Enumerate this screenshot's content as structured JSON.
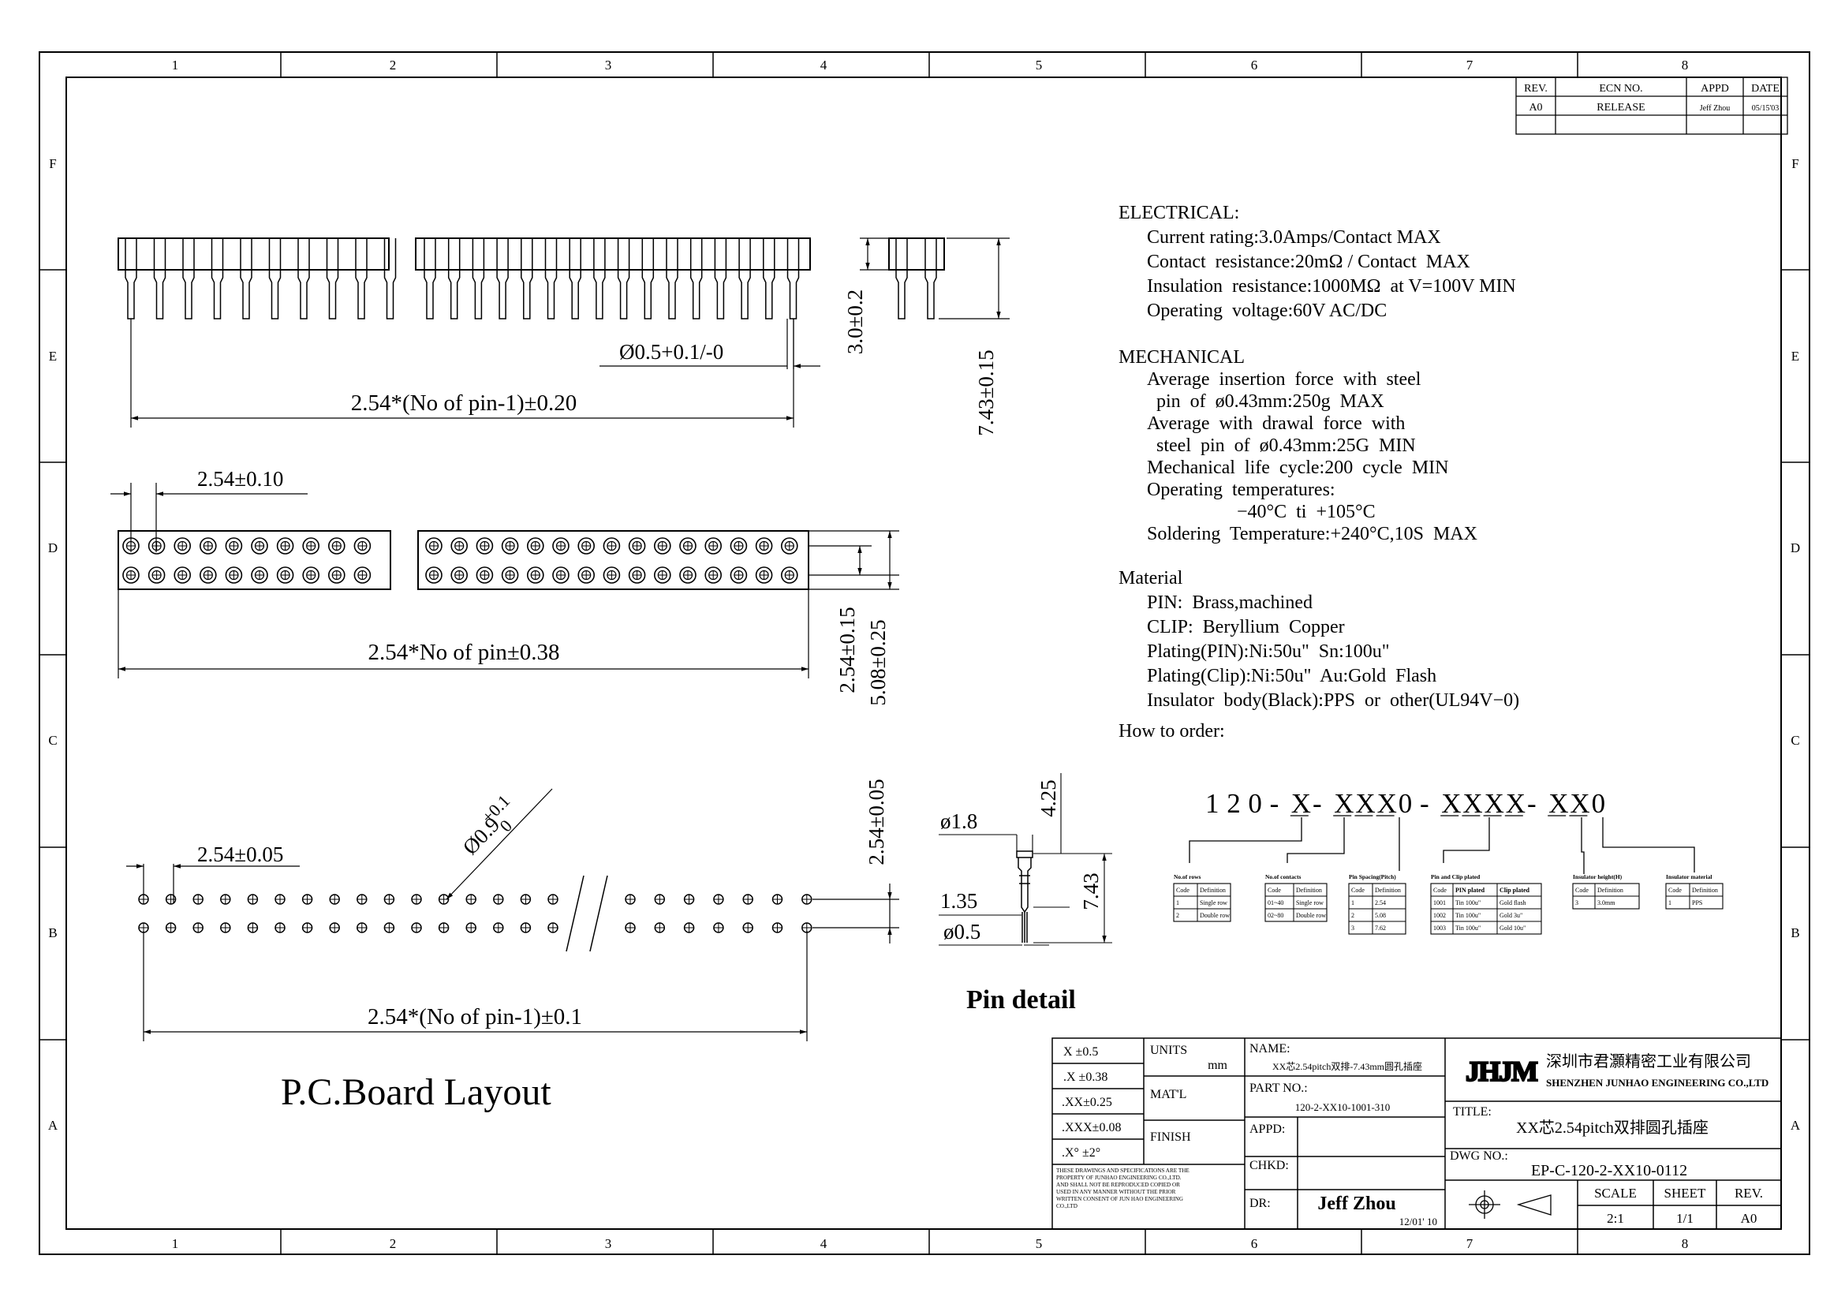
{
  "grid": {
    "cols": [
      "1",
      "2",
      "3",
      "4",
      "5",
      "6",
      "7",
      "8"
    ],
    "rows": [
      "F",
      "E",
      "D",
      "C",
      "B",
      "A"
    ]
  },
  "revision_table": {
    "headers": [
      "REV.",
      "ECN NO.",
      "APPD",
      "DATE"
    ],
    "rows": [
      [
        "A0",
        "RELEASE",
        "Jeff Zhou",
        "05/15'03"
      ]
    ]
  },
  "specs": {
    "electrical": {
      "heading": "ELECTRICAL:",
      "lines": [
        "Current rating:3.0Amps/Contact MAX",
        "Contact  resistance:20mΩ / Contact  MAX",
        "Insulation  resistance:1000MΩ  at V=100V MIN",
        "Operating  voltage:60V AC/DC"
      ]
    },
    "mechanical": {
      "heading": "MECHANICAL",
      "lines": [
        "Average  insertion  force  with  steel",
        "  pin  of  ø0.43mm:250g  MAX",
        "Average  with  drawal  force  with",
        "  steel  pin  of  ø0.43mm:25G  MIN",
        "Mechanical  life  cycle:200  cycle  MIN",
        "Operating  temperatures:",
        "                   −40°C  ti  +105°C",
        "Soldering  Temperature:+240°C,10S  MAX"
      ]
    },
    "material": {
      "heading": "Material",
      "lines": [
        "PIN:  Brass,machined",
        "CLIP:  Beryllium  Copper",
        "Plating(PIN):Ni:50u\"  Sn:100u\"",
        "Plating(Clip):Ni:50u\"  Au:Gold  Flash",
        "Insulator  body(Black):PPS  or  other(UL94V−0)"
      ]
    },
    "order_heading": "How  to  order:"
  },
  "order_code": "120-X-XXX0-XXXX-XX0",
  "order_tables": [
    {
      "title": "No.of rows",
      "headers": [
        "Code",
        "Definition"
      ],
      "rows": [
        [
          "1",
          "Single row"
        ],
        [
          "2",
          "Double row"
        ]
      ]
    },
    {
      "title": "No.of contacts",
      "headers": [
        "Code",
        "Definition"
      ],
      "rows": [
        [
          "01~40",
          "Single row"
        ],
        [
          "02~80",
          "Double row"
        ]
      ]
    },
    {
      "title": "Pin Spacing(Pitch)",
      "headers": [
        "Code",
        "Definition"
      ],
      "rows": [
        [
          "1",
          "2.54"
        ],
        [
          "2",
          "5.08"
        ],
        [
          "3",
          "7.62"
        ]
      ]
    },
    {
      "title": "Pin and Clip plated",
      "headers": [
        "Code",
        "PIN plated",
        "Clip plated"
      ],
      "rows": [
        [
          "1001",
          "Tin  100u\"",
          "Gold  flash"
        ],
        [
          "1002",
          "Tin  100u\"",
          "Gold  3u\""
        ],
        [
          "1003",
          "Tin  100u\"",
          "Gold  10u\""
        ]
      ]
    },
    {
      "title": "Insulator height(H)",
      "headers": [
        "Code",
        "Definition"
      ],
      "rows": [
        [
          "3",
          "3.0mm"
        ]
      ]
    },
    {
      "title": "Insulator material",
      "headers": [
        "Code",
        "Definition"
      ],
      "rows": [
        [
          "1",
          "PPS"
        ]
      ]
    }
  ],
  "dims": {
    "top_pitch": "2.54*(No of pin-1)±0.20",
    "pin_dia": "Ø0.5+0.1/-0",
    "side_h1": "3.0±0.2",
    "side_h2": "7.43±0.15",
    "mid_pitch": "2.54±0.10",
    "mid_length": "2.54*No of pin±0.38",
    "mid_row": "2.54±0.15",
    "mid_width": "5.08±0.25",
    "pcb_pitch": "2.54±0.05",
    "pcb_hole": "Ø0.9",
    "pcb_hole_tol_top": "+0.1",
    "pcb_hole_tol_bot": "0",
    "pcb_row": "2.54±0.05",
    "pcb_length": "2.54*(No of pin-1)±0.1",
    "pin_d1": "ø1.8",
    "pin_h1": "4.25",
    "pin_w": "1.35",
    "pin_h2": "7.43",
    "pin_d2": "ø0.5"
  },
  "labels": {
    "pcb_layout": "P.C.Board Layout",
    "pin_detail": "Pin detail"
  },
  "title_block": {
    "tolerances": [
      "X ±0.5",
      ".X ±0.38",
      ".XX±0.25",
      ".XXX±0.08",
      ".X° ±2°"
    ],
    "units_label": "UNITS",
    "units_value": "mm",
    "matl_label": "MAT'L",
    "finish_label": "FINISH",
    "name_label": "NAME:",
    "name_value": "XX芯2.54pitch双排-7.43mm圆孔插座",
    "part_label": "PART NO.:",
    "part_value": "120-2-XX10-1001-310",
    "appd_label": "APPD:",
    "chkd_label": "CHKD:",
    "dr_label": "DR:",
    "drawer": "Jeff Zhou",
    "draw_date": "12/01' 10",
    "notice": [
      "THESE DRAWINGS AND SPECIFICATIONS ARE THE",
      "PROPERTY OF JUNHAO ENGINEERING CO.,LTD.",
      "AND SHALL NOT BE REPRODUCED COPIED OR",
      "USED IN ANY MANNER WITHOUT THE PRIOR",
      "WRITTEN CONSENT OF JUN HAO ENGINEERING",
      "CO.,LTD"
    ],
    "logo": "JHJM",
    "company_cn": "深圳市君灝精密工业有限公司",
    "company_en": "SHENZHEN JUNHAO ENGINEERING CO.,LTD",
    "title_label": "TITLE:",
    "title_value": "XX芯2.54pitch双排圆孔插座",
    "dwg_label": "DWG NO.:",
    "dwg_value": "EP-C-120-2-XX10-0112",
    "scale_label": "SCALE",
    "scale_value": "2:1",
    "sheet_label": "SHEET",
    "sheet_value": "1/1",
    "rev_label": "REV.",
    "rev_value": "A0"
  }
}
